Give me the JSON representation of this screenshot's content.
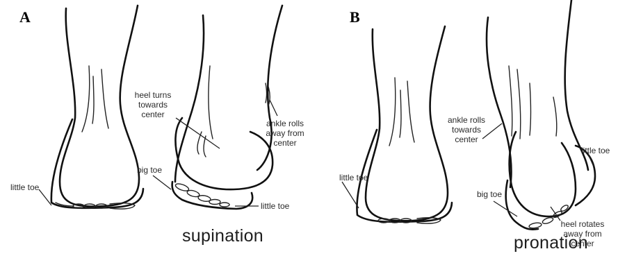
{
  "panels": [
    {
      "letter": "A",
      "caption": "supination",
      "labels": {
        "little_toe_left": "little toe",
        "heel": "heel turns towards center",
        "heel_lines": [
          "heel turns",
          "towards",
          "center"
        ],
        "ankle_lines": [
          "ankle rolls",
          "away from",
          "center"
        ],
        "big_toe": "big toe",
        "little_toe_right": "little toe"
      }
    },
    {
      "letter": "B",
      "caption": "pronation",
      "labels": {
        "little_toe_left": "little toe",
        "ankle_lines": [
          "ankle rolls",
          "towards",
          "center"
        ],
        "big_toe": "big toe",
        "little_toe_right": "little toe",
        "heel_lines": [
          "heel rotates",
          "away from",
          "center"
        ]
      }
    }
  ]
}
